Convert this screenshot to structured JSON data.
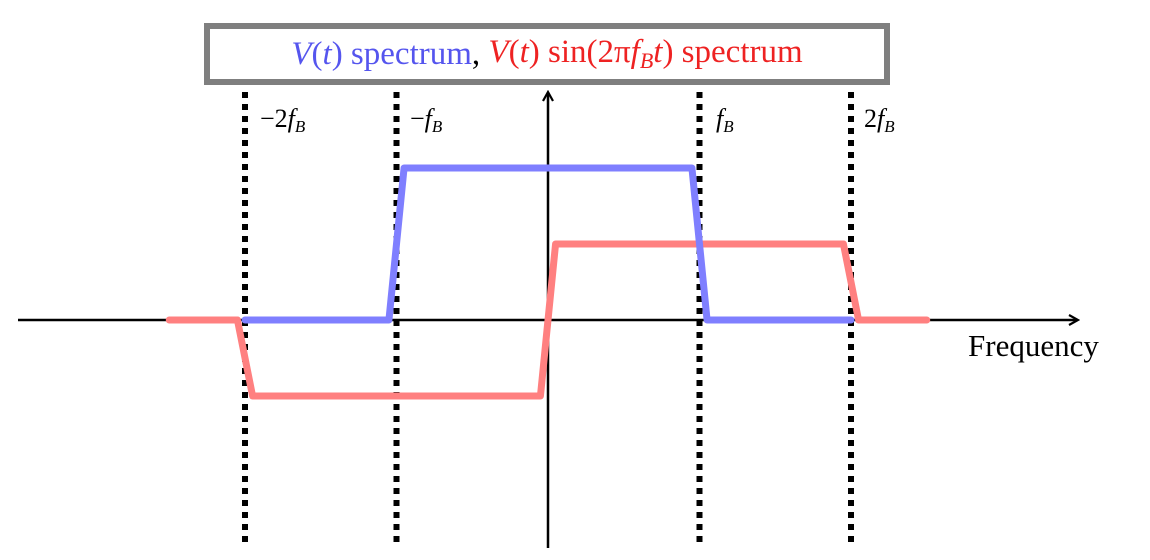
{
  "title": {
    "blue_part": "V(t) spectrum",
    "separator": ",",
    "red_part": "V(t) sin(2πf_B t) spectrum"
  },
  "x_axis_label": "Frequency",
  "markers": [
    {
      "label": "−2f_B",
      "x": -2
    },
    {
      "label": "−f_B",
      "x": -1
    },
    {
      "label": "f_B",
      "x": 1
    },
    {
      "label": "2f_B",
      "x": 2
    }
  ],
  "colors": {
    "blue_series": "#7f7fff",
    "red_series": "#ff8080",
    "axis": "#000000",
    "title_border": "#7f7f7f"
  },
  "chart_data": {
    "type": "line",
    "xlabel": "Frequency",
    "series": [
      {
        "name": "V(t) spectrum",
        "color": "#7f7fff",
        "points": [
          [
            -2.0,
            0
          ],
          [
            -1.05,
            0
          ],
          [
            -0.95,
            1.0
          ],
          [
            0.95,
            1.0
          ],
          [
            1.05,
            0
          ],
          [
            2.0,
            0
          ]
        ]
      },
      {
        "name": "V(t) sin(2πf_B t) spectrum",
        "color": "#ff8080",
        "points": [
          [
            -2.5,
            0
          ],
          [
            -2.05,
            0
          ],
          [
            -1.95,
            -0.5
          ],
          [
            -0.05,
            -0.5
          ],
          [
            0.05,
            0.5
          ],
          [
            1.95,
            0.5
          ],
          [
            2.05,
            0
          ],
          [
            2.5,
            0
          ]
        ]
      }
    ]
  }
}
